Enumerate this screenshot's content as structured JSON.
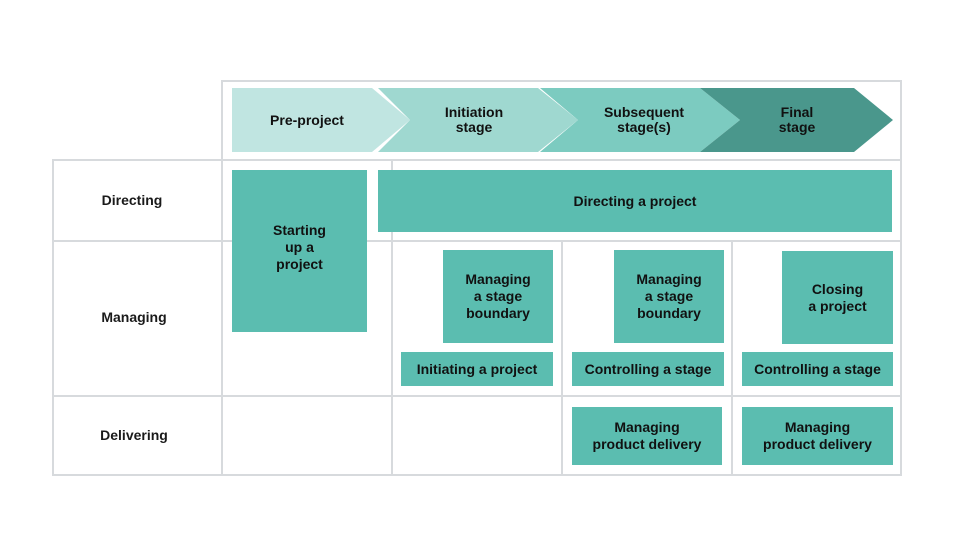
{
  "colors": {
    "stage_pre": "#c0e5e1",
    "stage_initiation": "#9fd8d0",
    "stage_subsequent": "#7ccbc0",
    "stage_final": "#4a978c",
    "process_box": "#5bbdb0",
    "grid": "#d7dadd"
  },
  "stages": [
    {
      "label": "Pre-project"
    },
    {
      "label": "Initiation\nstage"
    },
    {
      "label": "Subsequent\nstage(s)"
    },
    {
      "label": "Final\nstage"
    }
  ],
  "rows": {
    "directing": "Directing",
    "managing": "Managing",
    "delivering": "Delivering"
  },
  "processes": {
    "starting_up": "Starting\nup a\nproject",
    "directing": "Directing a project",
    "managing_boundary_1": "Managing\na stage\nboundary",
    "managing_boundary_2": "Managing\na stage\nboundary",
    "closing": "Closing\na project",
    "initiating": "Initiating a project",
    "controlling_1": "Controlling a stage",
    "controlling_2": "Controlling a stage",
    "product_delivery_1": "Managing\nproduct delivery",
    "product_delivery_2": "Managing\nproduct delivery"
  }
}
